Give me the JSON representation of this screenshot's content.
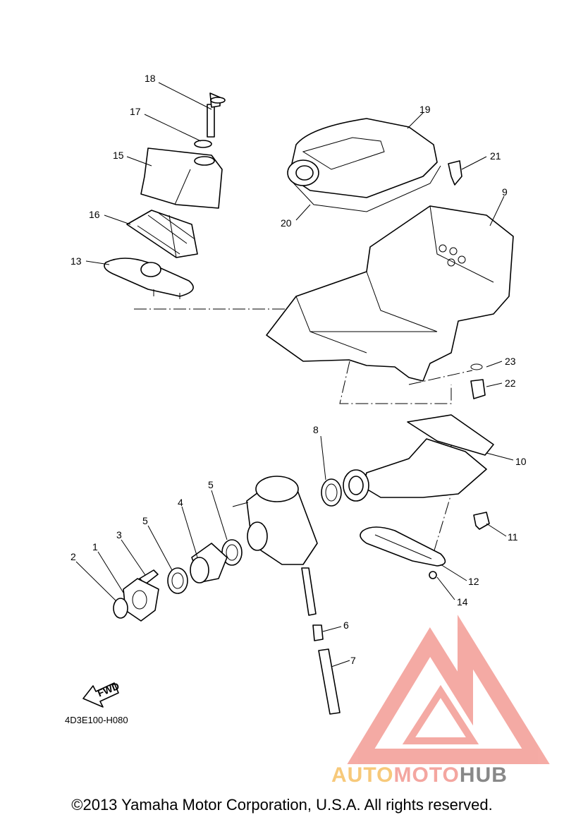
{
  "diagram": {
    "callouts": [
      "1",
      "2",
      "3",
      "4",
      "5",
      "5",
      "6",
      "7",
      "8",
      "9",
      "10",
      "11",
      "12",
      "13",
      "14",
      "15",
      "16",
      "17",
      "18",
      "19",
      "20",
      "21",
      "22",
      "23"
    ],
    "fwd_label": "FWD",
    "part_code": "4D3E100-H080"
  },
  "watermark": {
    "part1": "AUTO",
    "part2": "MOTO",
    "part3": "HUB",
    "color_primary": "#f4a6a0",
    "color_accent": "#f7c97a",
    "color_dark": "#888888"
  },
  "footer": {
    "copyright": "©2013 Yamaha Motor Corporation, U.S.A. All rights reserved."
  }
}
